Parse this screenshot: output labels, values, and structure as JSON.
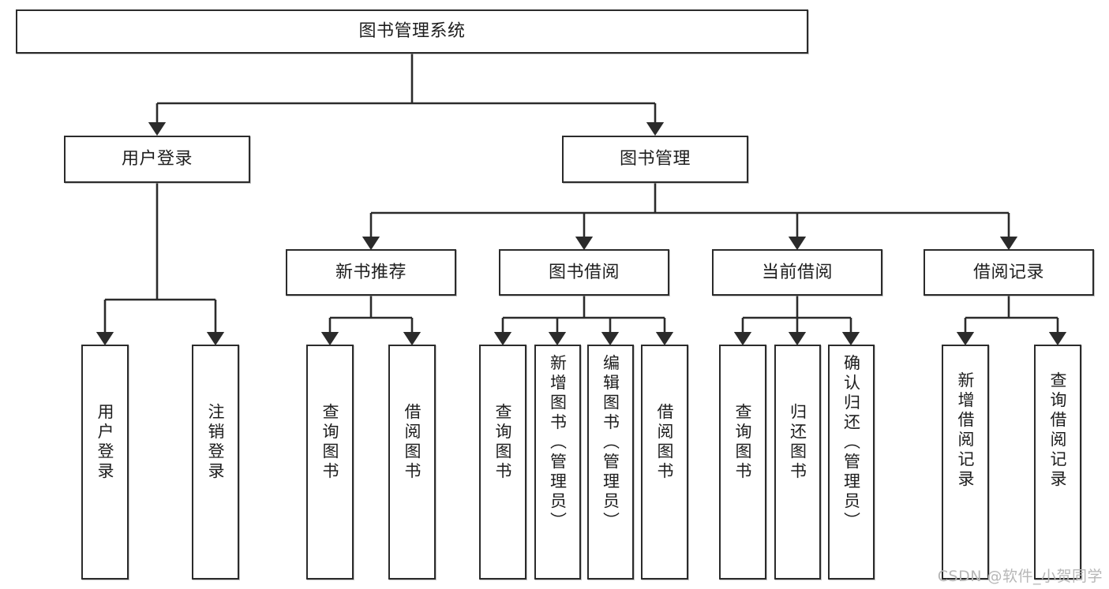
{
  "diagram": {
    "title": "图书管理系统",
    "watermark": "CSDN @软件_小贺同学",
    "type": "tree",
    "stroke_color": "#2b2b2b",
    "background_color": "#ffffff",
    "text_color": "#1d1d1d",
    "nodes": {
      "root": {
        "label": "图书管理系统",
        "level": 1
      },
      "l2_a": {
        "label": "用户登录",
        "level": 2
      },
      "l2_b": {
        "label": "图书管理",
        "level": 2
      },
      "l3_a": {
        "label": "新书推荐",
        "level": 3
      },
      "l3_b": {
        "label": "图书借阅",
        "level": 3
      },
      "l3_c": {
        "label": "当前借阅",
        "level": 3
      },
      "l3_d": {
        "label": "借阅记录",
        "level": 3
      },
      "leaf_1": {
        "label": "用户登录",
        "level": 4
      },
      "leaf_2": {
        "label": "注销登录",
        "level": 4
      },
      "leaf_3": {
        "label": "查询图书",
        "level": 4
      },
      "leaf_4": {
        "label": "借阅图书",
        "level": 4
      },
      "leaf_5": {
        "label": "查询图书",
        "level": 4
      },
      "leaf_6": {
        "label": "新增图书（管理员）",
        "level": 4
      },
      "leaf_7": {
        "label": "编辑图书（管理员）",
        "level": 4
      },
      "leaf_8": {
        "label": "借阅图书",
        "level": 4
      },
      "leaf_9": {
        "label": "查询图书",
        "level": 4
      },
      "leaf_10": {
        "label": "归还图书",
        "level": 4
      },
      "leaf_11": {
        "label": "确认归还（管理员）",
        "level": 4
      },
      "leaf_12": {
        "label": "新增借阅记录",
        "level": 4
      },
      "leaf_13": {
        "label": "查询借阅记录",
        "level": 4
      }
    },
    "edges": [
      {
        "from": "root",
        "to": "l2_a"
      },
      {
        "from": "root",
        "to": "l2_b"
      },
      {
        "from": "l2_b",
        "to": "l3_a"
      },
      {
        "from": "l2_b",
        "to": "l3_b"
      },
      {
        "from": "l2_b",
        "to": "l3_c"
      },
      {
        "from": "l2_b",
        "to": "l3_d"
      },
      {
        "from": "l2_a",
        "to": "leaf_1"
      },
      {
        "from": "l2_a",
        "to": "leaf_2"
      },
      {
        "from": "l3_a",
        "to": "leaf_3"
      },
      {
        "from": "l3_a",
        "to": "leaf_4"
      },
      {
        "from": "l3_b",
        "to": "leaf_5"
      },
      {
        "from": "l3_b",
        "to": "leaf_6"
      },
      {
        "from": "l3_b",
        "to": "leaf_7"
      },
      {
        "from": "l3_b",
        "to": "leaf_8"
      },
      {
        "from": "l3_c",
        "to": "leaf_9"
      },
      {
        "from": "l3_c",
        "to": "leaf_10"
      },
      {
        "from": "l3_c",
        "to": "leaf_11"
      },
      {
        "from": "l3_d",
        "to": "leaf_12"
      },
      {
        "from": "l3_d",
        "to": "leaf_13"
      }
    ]
  }
}
